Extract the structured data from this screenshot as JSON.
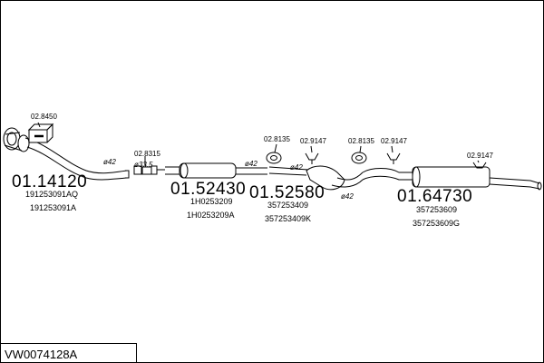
{
  "diagram": {
    "code": "VW0074128A",
    "parts": [
      {
        "number": "01.14120",
        "refs": [
          "191253091AQ",
          "191253091A"
        ]
      },
      {
        "number": "01.52430",
        "refs": [
          "1H0253209",
          "1H0253209A"
        ]
      },
      {
        "number": "01.52580",
        "refs": [
          "357253409",
          "357253409K"
        ]
      },
      {
        "number": "01.64730",
        "refs": [
          "357253609",
          "357253609G"
        ]
      }
    ],
    "accessories": {
      "gasket": "02.8450",
      "clamp_front": "02.8315",
      "hanger_a": "02.8135",
      "hanger_b": "02.9147",
      "hanger_c": "02.8135",
      "hanger_d": "02.9147",
      "hanger_e": "02.9147"
    },
    "diameters": {
      "front_pipe": "ø42",
      "clamp_pipe": "ø33.5",
      "mid_pipe": "ø42",
      "rear_pipe_a": "ø42",
      "rear_pipe_b": "ø42"
    }
  }
}
